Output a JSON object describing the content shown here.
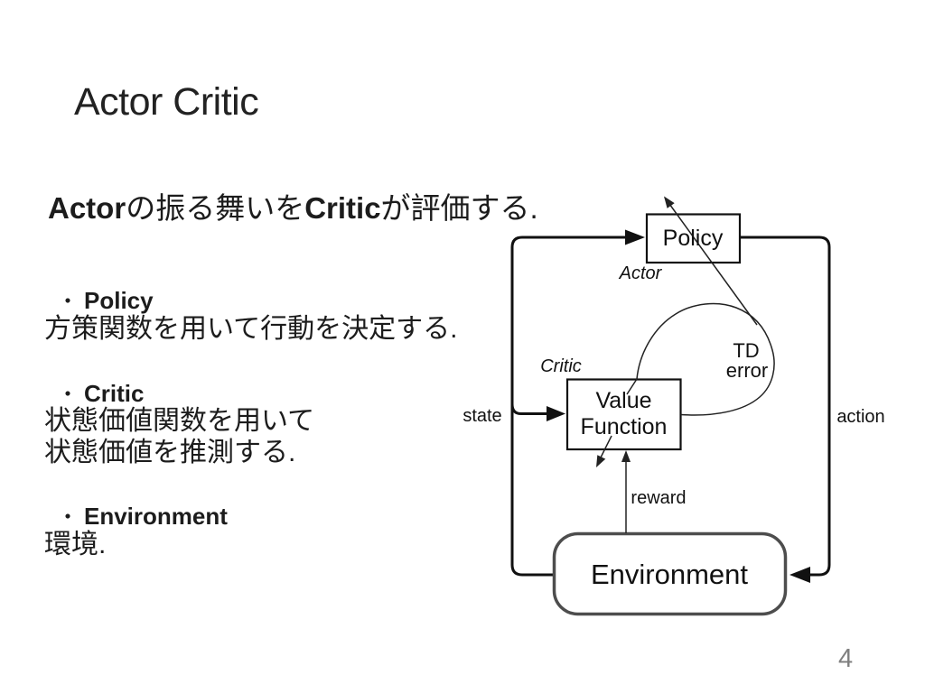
{
  "slide": {
    "title": "Actor Critic",
    "page_number": "4",
    "lead": {
      "actor": "Actor",
      "middle": "の振る舞いを",
      "critic": "Critic",
      "tail": "が評価する."
    },
    "bullets": [
      {
        "marker": "・",
        "label": "Policy",
        "desc1": "方策関数を用いて行動を決定する."
      },
      {
        "marker": "・",
        "label": "Critic",
        "desc1": "状態価値関数を用いて",
        "desc2": "状態価値を推測する."
      },
      {
        "marker": "・",
        "label": "Environment",
        "desc1": "環境."
      }
    ]
  },
  "diagram": {
    "policy_box": "Policy",
    "value_box_line1": "Value",
    "value_box_line2": "Function",
    "environment_box": "Environment",
    "actor_label": "Actor",
    "critic_label": "Critic",
    "td_error_line1": "TD",
    "td_error_line2": "error",
    "state_label": "state",
    "action_label": "action",
    "reward_label": "reward",
    "colors": {
      "line": "#111111",
      "thin_line": "#222222",
      "env_border": "#4d4d4d",
      "text": "#111111",
      "page_number": "#7f7f7f"
    }
  }
}
